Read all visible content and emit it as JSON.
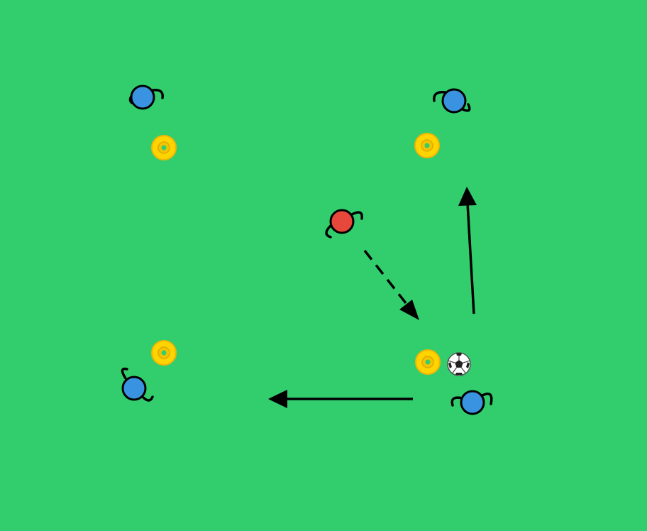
{
  "colors": {
    "pitch": "#32ce6e",
    "team_blue": "#3a93e0",
    "team_red": "#e8473b",
    "cone": "#ffd400",
    "line": "#000000"
  },
  "players": [
    {
      "id": "blue-top-left",
      "team": "blue",
      "icon": "player-icon"
    },
    {
      "id": "blue-top-right",
      "team": "blue",
      "icon": "player-icon"
    },
    {
      "id": "red-center",
      "team": "red",
      "icon": "player-icon"
    },
    {
      "id": "blue-bottom-left",
      "team": "blue",
      "icon": "player-icon"
    },
    {
      "id": "blue-bottom-right",
      "team": "blue",
      "icon": "player-icon"
    }
  ],
  "cones": [
    {
      "id": "cone-top-left",
      "icon": "cone-icon"
    },
    {
      "id": "cone-top-right",
      "icon": "cone-icon"
    },
    {
      "id": "cone-bottom-left",
      "icon": "cone-icon"
    },
    {
      "id": "cone-bottom-right",
      "icon": "cone-icon"
    }
  ],
  "ball": {
    "glyph": "⚽",
    "icon": "soccer-ball-icon"
  },
  "movements": [
    {
      "id": "pass-left",
      "style": "solid",
      "icon": "arrow-icon"
    },
    {
      "id": "run-up",
      "style": "solid",
      "icon": "arrow-icon"
    },
    {
      "id": "press-run",
      "style": "dashed",
      "icon": "arrow-icon"
    }
  ]
}
